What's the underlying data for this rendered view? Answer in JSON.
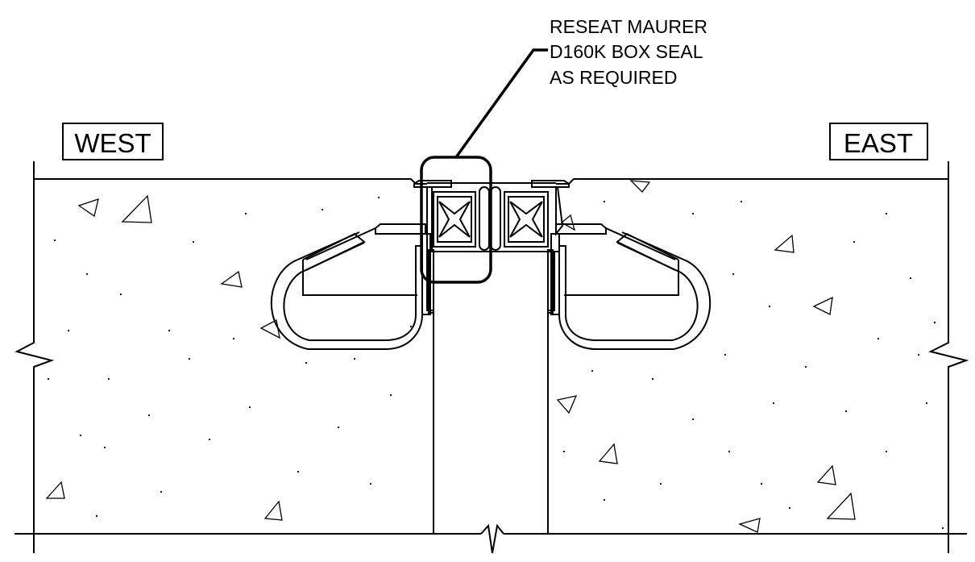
{
  "callout": {
    "lines": [
      "RESEAT MAURER",
      "D160K BOX SEAL",
      "AS REQUIRED"
    ]
  },
  "labels": {
    "west": "WEST",
    "east": "EAST"
  }
}
